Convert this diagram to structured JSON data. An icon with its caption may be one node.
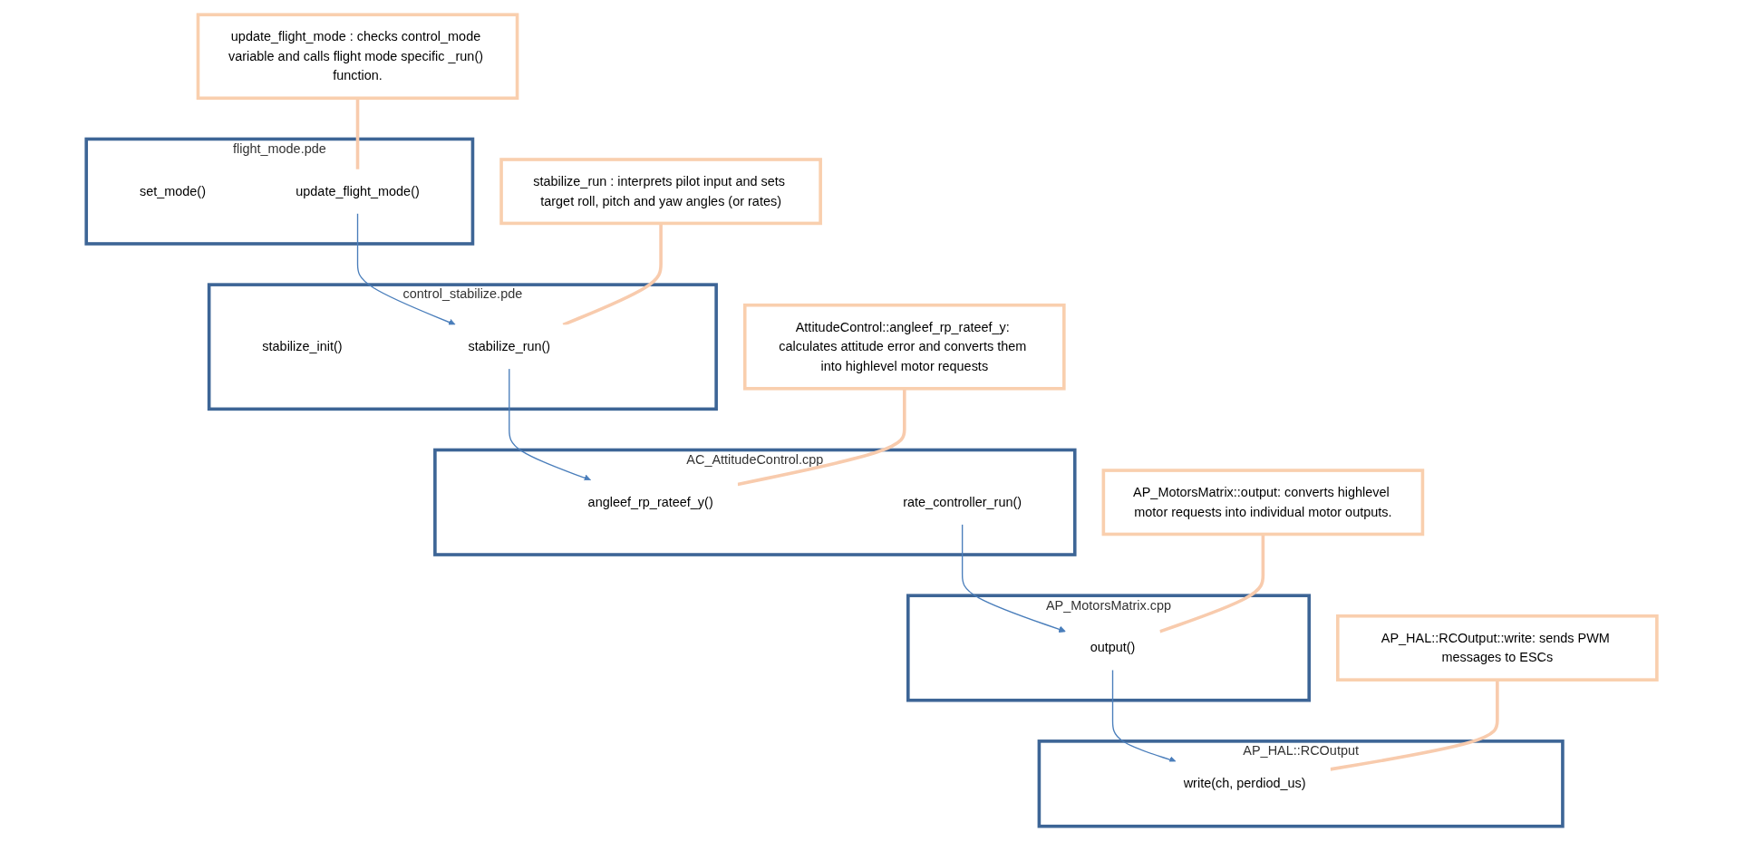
{
  "diagram": {
    "nodes": [
      {
        "text": [
          "flight_mode.pde"
        ]
      },
      {
        "text": [
          "set_mode()"
        ],
        "in": 0
      },
      {
        "text": [
          "update_flight_mode()"
        ],
        "in": 0
      },
      {
        "text": [
          "control_stabilize.pde"
        ]
      },
      {
        "text": [
          "stabilize_init()"
        ],
        "in": 3
      },
      {
        "text": [
          "stabilize_run()"
        ],
        "in": 3
      },
      {
        "text": [
          "AC_AttitudeControl.cpp"
        ]
      },
      {
        "text": [
          "angleef_rp_rateef_y()"
        ],
        "in": 6
      },
      {
        "text": [
          "rate_controller_run()"
        ],
        "in": 6
      },
      {
        "text": [
          "AP_MotorsMatrix.cpp"
        ]
      },
      {
        "text": [
          "output()"
        ],
        "in": 9
      },
      {
        "text": [
          "AP_HAL::RCOutput"
        ]
      },
      {
        "text": [
          "write(ch, perdiod_us)"
        ],
        "in": 11
      },
      {
        "text": [
          "update_flight_mode : checks control_mode variable and calls flight mode specific _run() function."
        ]
      },
      {
        "text": [
          "stabilize_run : interprets pilot input and sets target roll, pitch and yaw angles (or rates)"
        ]
      },
      {
        "text": [
          "AttitudeControl::angleef_rp_rateef_y: calculates attitude error and converts them into highlevel motor requests"
        ]
      },
      {
        "text": [
          "AP_MotorsMatrix::output: converts highlevel motor requests into individual motor outputs."
        ]
      },
      {
        "text": [
          "AP_HAL::RCOutput::write: sends PWM messages to ESCs"
        ]
      }
    ],
    "edges": [
      {
        "from": 2,
        "to": 5,
        "arrow": "to",
        "color": "#4a7ebb"
      },
      {
        "from": 5,
        "to": 7,
        "arrow": "to",
        "color": "#4a7ebb"
      },
      {
        "from": 8,
        "to": 10,
        "arrow": "to",
        "color": "#4a7ebb"
      },
      {
        "from": 10,
        "to": 12,
        "arrow": "to",
        "color": "#4a7ebb"
      },
      {
        "from": 13,
        "to": 2,
        "arrow": "none"
      },
      {
        "from": 14,
        "to": 5,
        "arrow": "none"
      },
      {
        "from": 15,
        "to": 7,
        "arrow": "none"
      },
      {
        "from": 16,
        "to": 10,
        "arrow": "none"
      },
      {
        "from": 17,
        "to": 12,
        "arrow": "none"
      }
    ]
  }
}
